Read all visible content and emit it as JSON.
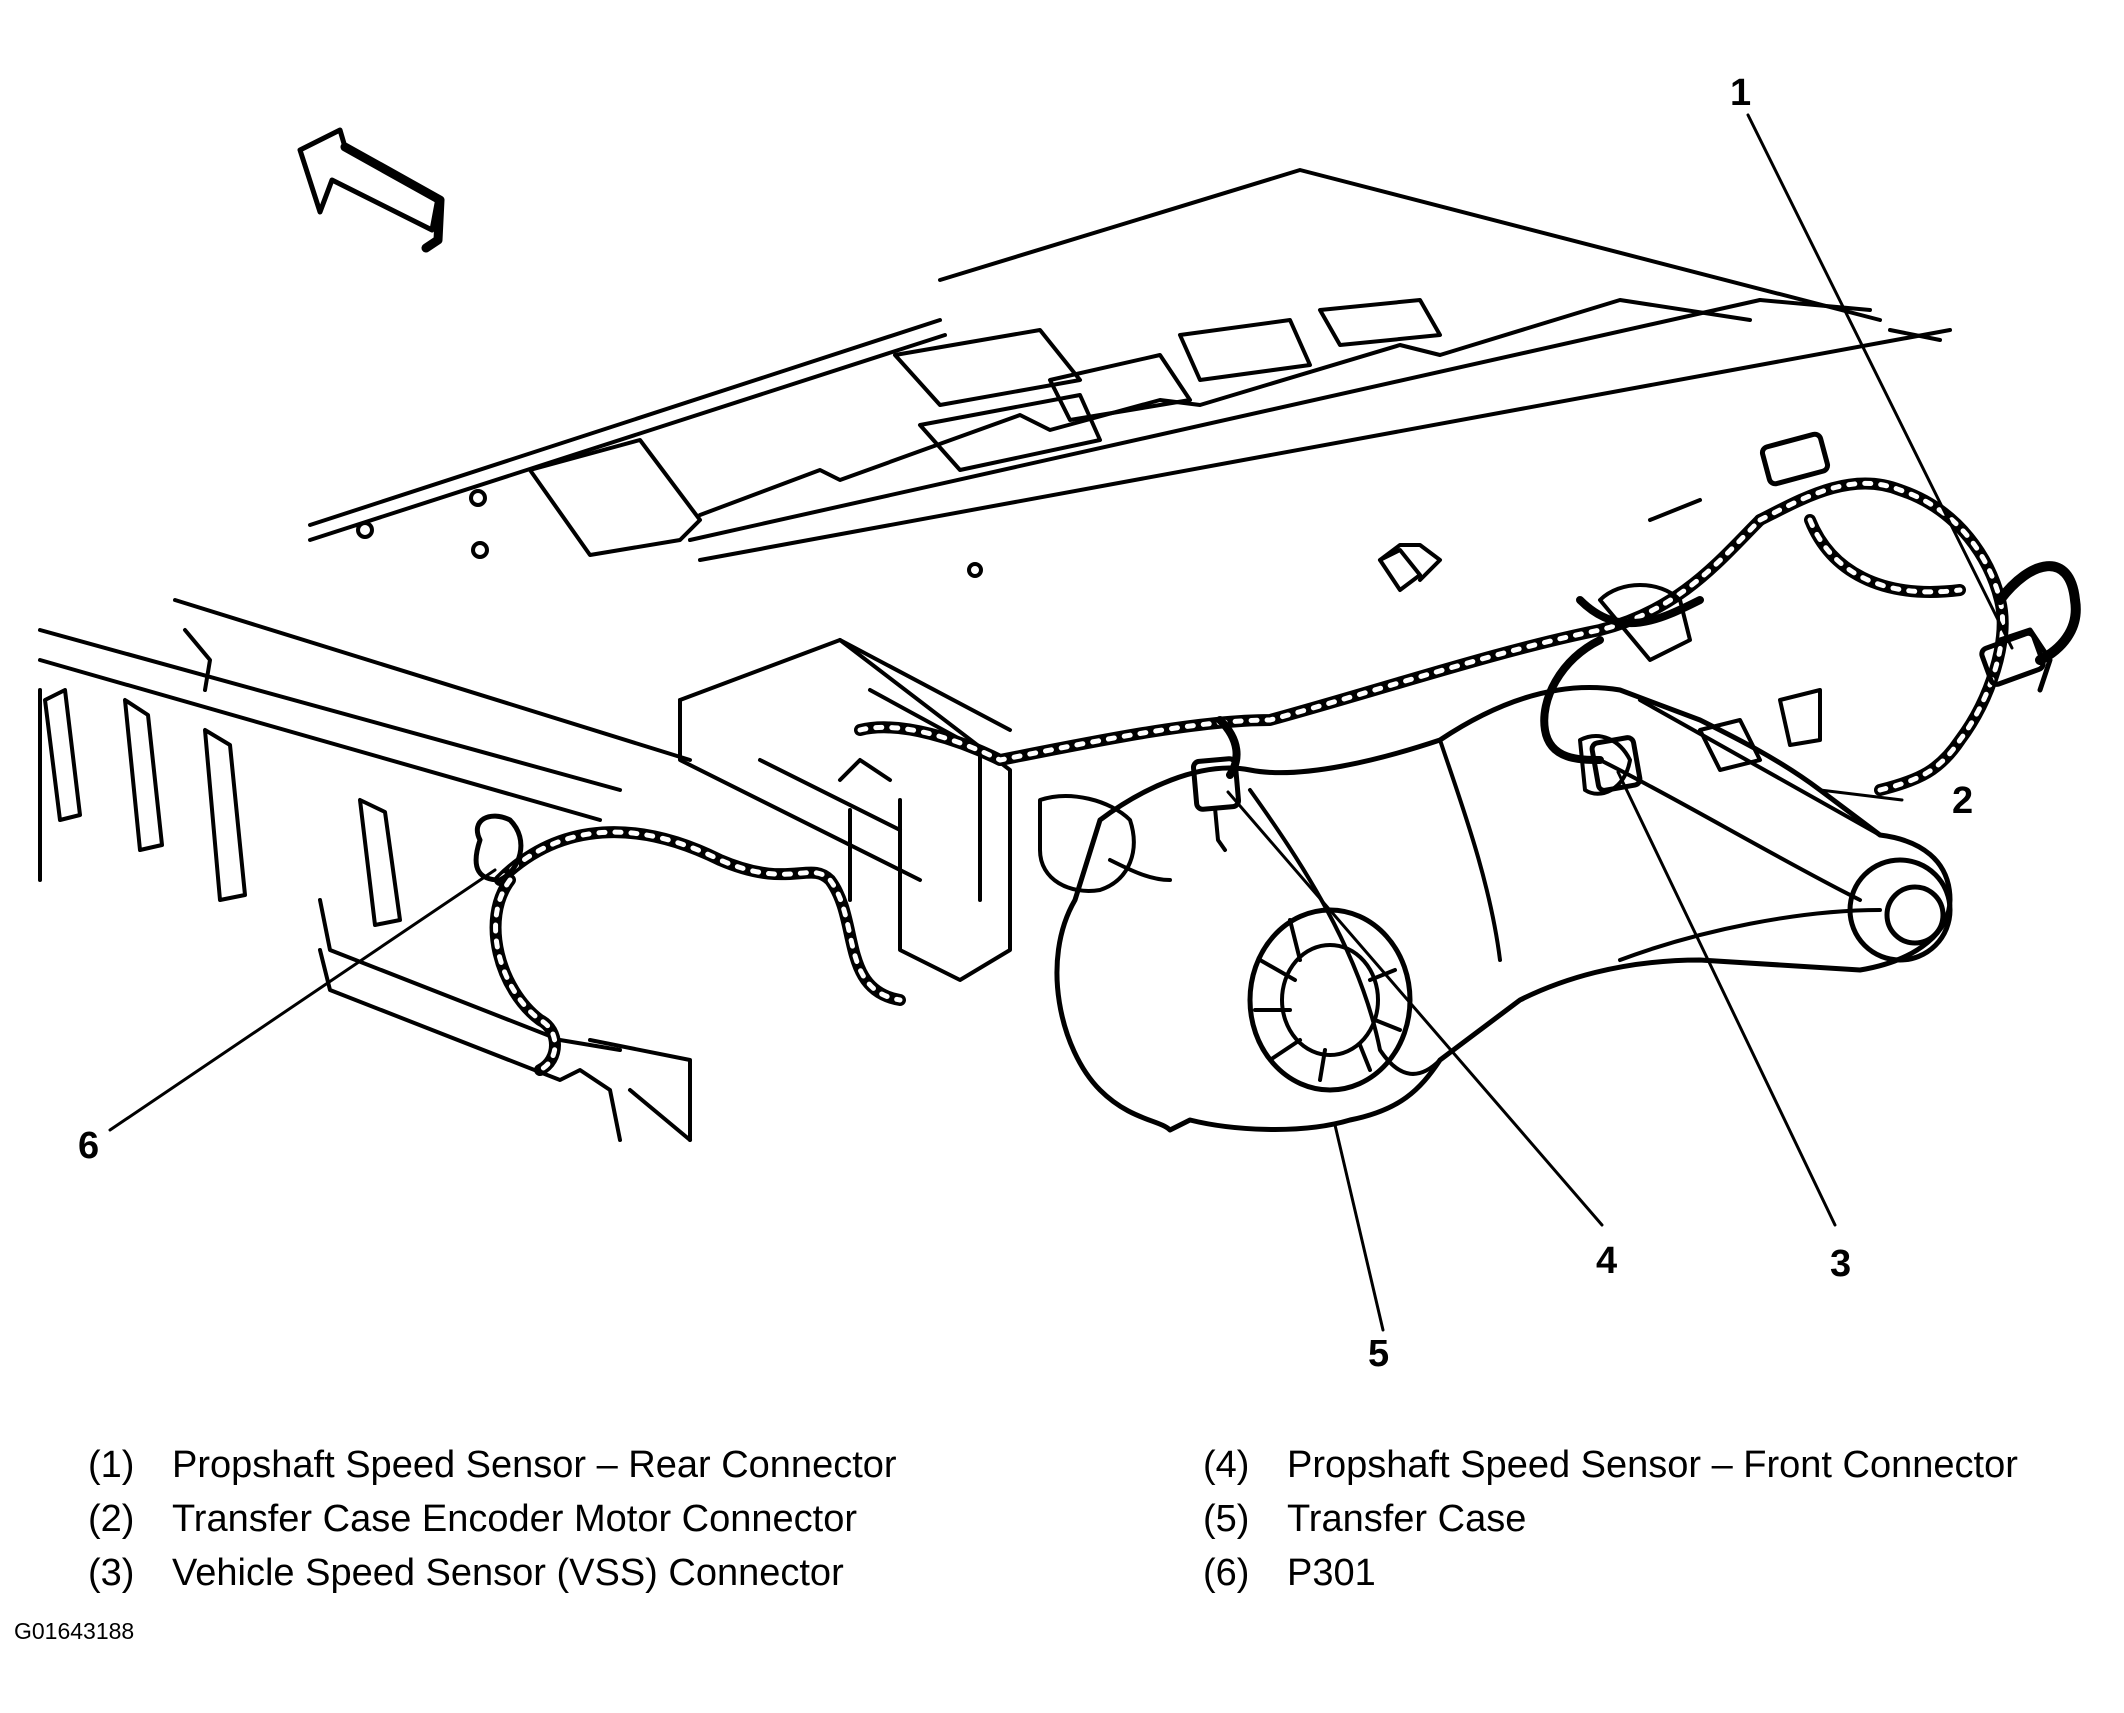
{
  "callouts": [
    {
      "n": "1"
    },
    {
      "n": "2"
    },
    {
      "n": "3"
    },
    {
      "n": "4"
    },
    {
      "n": "5"
    },
    {
      "n": "6"
    }
  ],
  "legend": {
    "left": [
      {
        "num": "(1)",
        "text": "Propshaft Speed Sensor – Rear Connector"
      },
      {
        "num": "(2)",
        "text": "Transfer Case Encoder Motor Connector"
      },
      {
        "num": "(3)",
        "text": "Vehicle Speed Sensor (VSS) Connector"
      }
    ],
    "right": [
      {
        "num": "(4)",
        "text": "Propshaft Speed Sensor – Front Connector"
      },
      {
        "num": "(5)",
        "text": "Transfer Case"
      },
      {
        "num": "(6)",
        "text": "P301"
      }
    ]
  },
  "figure_id": "G01643188"
}
